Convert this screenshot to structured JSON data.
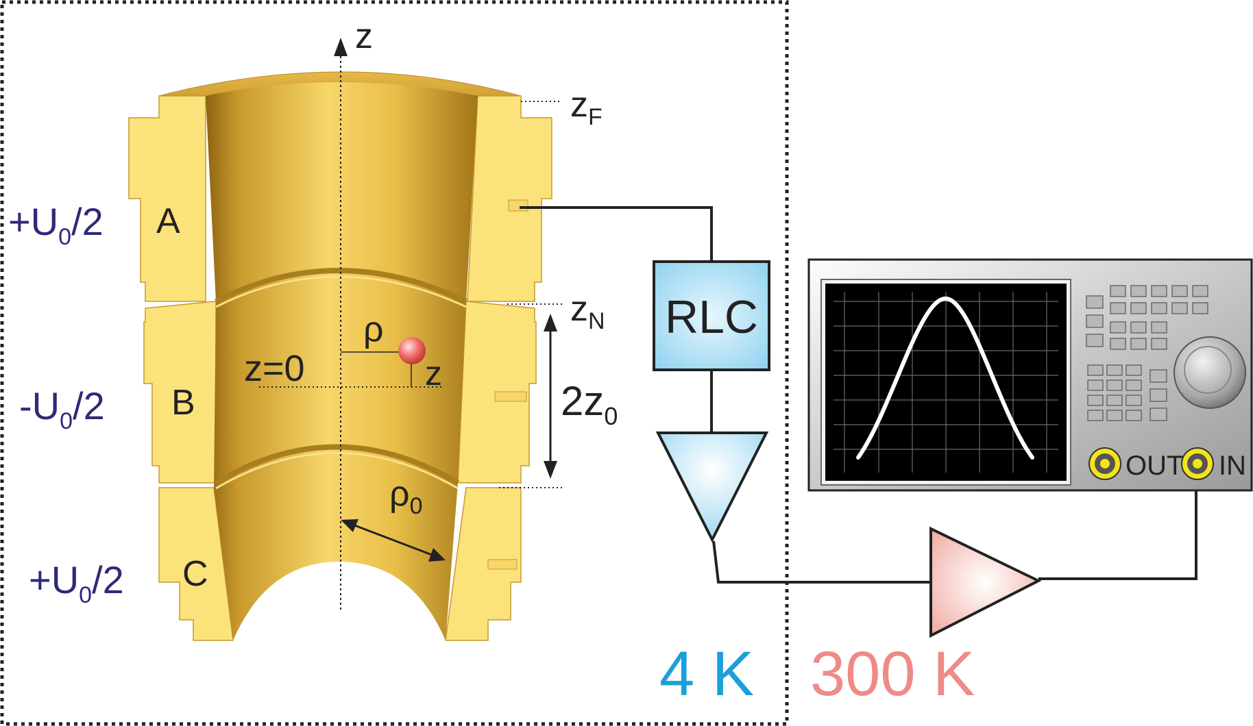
{
  "axis": {
    "z_label": "z"
  },
  "electrodes": [
    {
      "letter": "A",
      "voltage_main": "+U",
      "voltage_sub": "0",
      "voltage_tail": "/2"
    },
    {
      "letter": "B",
      "voltage_main": "-U",
      "voltage_sub": "0",
      "voltage_tail": "/2"
    },
    {
      "letter": "C",
      "voltage_main": "+U",
      "voltage_sub": "0",
      "voltage_tail": "/2"
    }
  ],
  "markers": {
    "zF": {
      "main": "z",
      "sub": "F"
    },
    "zN": {
      "main": "z",
      "sub": "N"
    },
    "two_z0": {
      "main": "2z",
      "sub": "0"
    },
    "rho": "ρ",
    "rho0": {
      "main": "ρ",
      "sub": "0"
    },
    "z_equals_0": "z=0",
    "particle_z": "z"
  },
  "circuit": {
    "resonator_label": "RLC",
    "temperature_cold": "4 K",
    "temperature_warm": "300 K"
  },
  "analyzer": {
    "out_label": "OUT",
    "in_label": "IN"
  },
  "colors": {
    "gold_light": "#FCE27A",
    "gold_mid": "#EBC04A",
    "gold_dark": "#B48A22",
    "voltage_text": "#2E2A78",
    "cold_text": "#1AA0DA",
    "warm_text": "#EE8A88",
    "rlc_fill": "#A9DDF3",
    "amp_cold_fill": "#BFE6F7",
    "amp_warm_fill": "#F6C6BE"
  }
}
